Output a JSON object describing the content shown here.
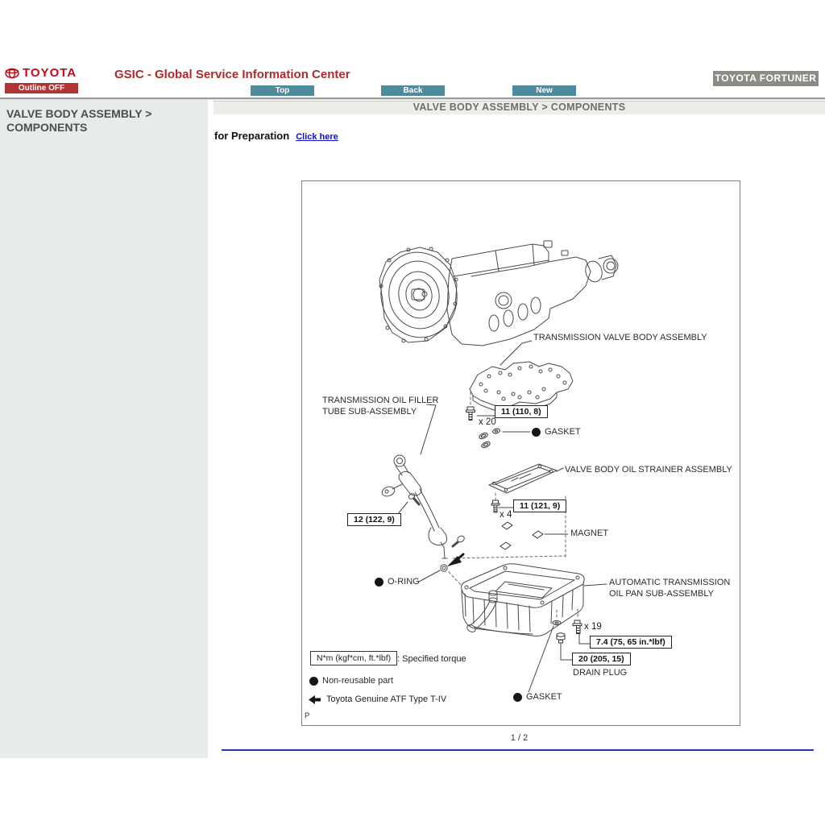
{
  "header": {
    "brand": "TOYOTA",
    "outline_button": "Outline OFF",
    "title": "GSIC - Global Service Information Center",
    "nav": {
      "top": "Top",
      "back": "Back",
      "new": "New"
    },
    "vehicle_badge": "TOYOTA FORTUNER"
  },
  "sidebar": {
    "heading": "VALVE BODY ASSEMBLY > COMPONENTS"
  },
  "main": {
    "heading": "VALVE BODY ASSEMBLY > COMPONENTS",
    "preparation_label": "for Preparation",
    "preparation_link": "Click here",
    "pager": "1 / 2",
    "page_marker": "P"
  },
  "diagram": {
    "labels": {
      "valve_body": "TRANSMISSION VALVE BODY ASSEMBLY",
      "oil_filler_line1": "TRANSMISSION OIL FILLER",
      "oil_filler_line2": "TUBE SUB-ASSEMBLY",
      "gasket_upper": "GASKET",
      "strainer": "VALVE BODY OIL STRAINER ASSEMBLY",
      "magnet": "MAGNET",
      "oring": "O-RING",
      "oil_pan_line1": "AUTOMATIC TRANSMISSION",
      "oil_pan_line2": "OIL PAN SUB-ASSEMBLY",
      "drain_plug": "DRAIN PLUG",
      "gasket_lower": "GASKET"
    },
    "torques": {
      "valve_body_bolt": "11 (110, 8)",
      "valve_body_count": "x 20",
      "filler_tube": "12 (122, 9)",
      "strainer_bolt": "11 (121, 9)",
      "strainer_count": "x 4",
      "pan_bolt": "7.4 (75, 65 in.*lbf)",
      "pan_count": "x 19",
      "drain_plug": "20 (205, 15)"
    },
    "legend": {
      "torque_box": "N*m (kgf*cm, ft.*lbf)",
      "torque_desc": ": Specified torque",
      "non_reusable": "Non-reusable part",
      "atf": "Toyota Genuine ATF Type T-IV"
    },
    "icons": {
      "non_reusable_marker": "filled-circle",
      "atf_marker": "left-arrow",
      "toyota_emblem": "toyota-ellipses"
    }
  },
  "colors": {
    "brand_red": "#c40818",
    "title_red": "#b02a2a",
    "button_red": "#b13434",
    "nav_teal": "#4d8b9d",
    "badge_gray": "#8c8c86",
    "sidebar_bg": "#e8ece8",
    "heading_bar_bg": "#edeee8",
    "link_blue": "#0f0fd0",
    "footer_blue": "#2936b5"
  }
}
